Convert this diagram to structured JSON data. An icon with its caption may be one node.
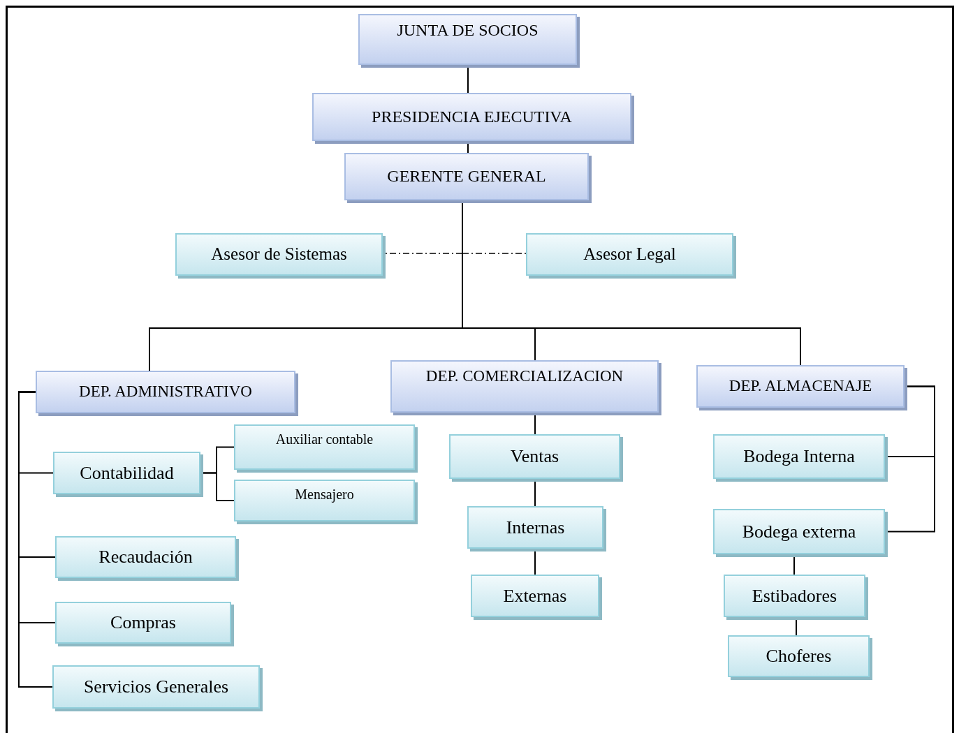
{
  "diagram": {
    "nodes": [
      {
        "text": [
          "JUNTA DE SOCIOS"
        ]
      },
      {
        "text": [
          "PRESIDENCIA EJECUTIVA"
        ]
      },
      {
        "text": [
          "GERENTE GENERAL"
        ]
      },
      {
        "text": [
          "Asesor de Sistemas"
        ]
      },
      {
        "text": [
          "Asesor Legal"
        ]
      },
      {
        "text": [
          "DEP. ADMINISTRATIVO"
        ]
      },
      {
        "text": [
          "DEP. COMERCIALIZACION"
        ]
      },
      {
        "text": [
          "DEP. ALMACENAJE"
        ]
      },
      {
        "text": [
          "Contabilidad"
        ]
      },
      {
        "text": [
          "Auxiliar contable"
        ]
      },
      {
        "text": [
          "Mensajero"
        ]
      },
      {
        "text": [
          "Recaudación"
        ]
      },
      {
        "text": [
          "Compras"
        ]
      },
      {
        "text": [
          "Servicios Generales"
        ]
      },
      {
        "text": [
          "Ventas"
        ]
      },
      {
        "text": [
          "Internas"
        ]
      },
      {
        "text": [
          "Externas"
        ]
      },
      {
        "text": [
          "Bodega Interna"
        ]
      },
      {
        "text": [
          "Bodega externa"
        ]
      },
      {
        "text": [
          "Estibadores"
        ]
      },
      {
        "text": [
          "Choferes"
        ]
      }
    ],
    "edges": [
      {
        "from": 0,
        "to": 1,
        "arrow": "none"
      },
      {
        "from": 1,
        "to": 2,
        "arrow": "none"
      },
      {
        "from": 2,
        "to": 3,
        "arrow": "none",
        "style": "dashed"
      },
      {
        "from": 2,
        "to": 4,
        "arrow": "none",
        "style": "dashed"
      },
      {
        "from": 2,
        "to": 5,
        "arrow": "none"
      },
      {
        "from": 2,
        "to": 6,
        "arrow": "none"
      },
      {
        "from": 2,
        "to": 7,
        "arrow": "none"
      },
      {
        "from": 5,
        "to": 8,
        "arrow": "none"
      },
      {
        "from": 5,
        "to": 11,
        "arrow": "none"
      },
      {
        "from": 5,
        "to": 12,
        "arrow": "none"
      },
      {
        "from": 5,
        "to": 13,
        "arrow": "none"
      },
      {
        "from": 8,
        "to": 9,
        "arrow": "none"
      },
      {
        "from": 8,
        "to": 10,
        "arrow": "none"
      },
      {
        "from": 6,
        "to": 14,
        "arrow": "none"
      },
      {
        "from": 14,
        "to": 15,
        "arrow": "none"
      },
      {
        "from": 15,
        "to": 16,
        "arrow": "none"
      },
      {
        "from": 7,
        "to": 17,
        "arrow": "none"
      },
      {
        "from": 7,
        "to": 18,
        "arrow": "none"
      },
      {
        "from": 18,
        "to": 19,
        "arrow": "none"
      },
      {
        "from": 19,
        "to": 20,
        "arrow": "none"
      }
    ]
  }
}
